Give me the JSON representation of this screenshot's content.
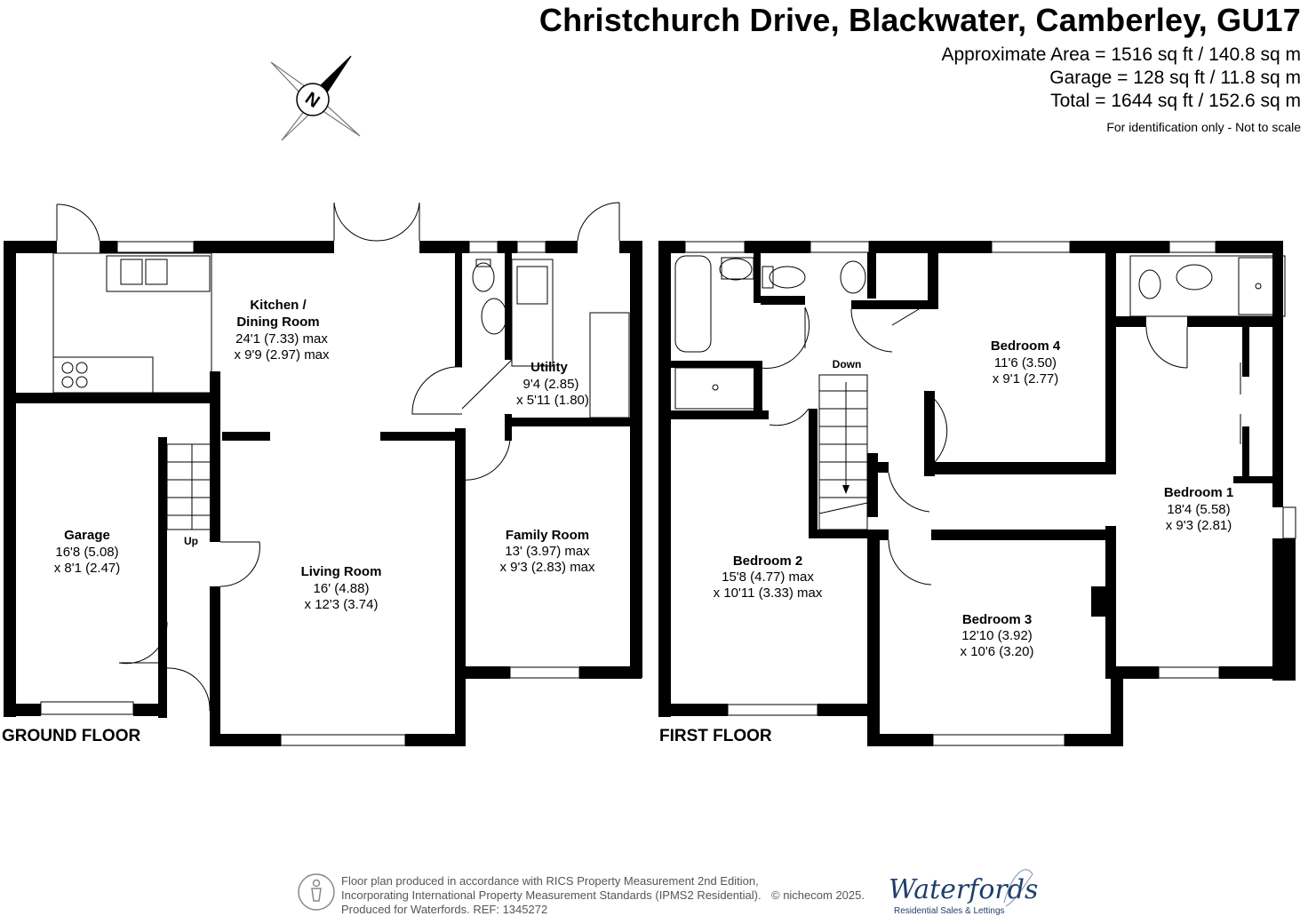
{
  "header": {
    "title": "Christchurch Drive, Blackwater, Camberley, GU17",
    "approx_area": "Approximate Area = 1516 sq ft / 140.8 sq m",
    "garage_area": "Garage = 128 sq ft / 11.8 sq m",
    "total_area": "Total = 1644 sq ft / 152.6 sq m",
    "note": "For identification only - Not to scale"
  },
  "compass": {
    "letter": "N"
  },
  "ground_floor": {
    "label": "GROUND FLOOR",
    "kitchen": {
      "name1": "Kitchen /",
      "name2": "Dining Room",
      "dim1": "24'1 (7.33) max",
      "dim2": "x 9'9 (2.97) max"
    },
    "utility": {
      "name": "Utility",
      "dim1": "9'4 (2.85)",
      "dim2": "x 5'11 (1.80)"
    },
    "garage": {
      "name": "Garage",
      "dim1": "16'8 (5.08)",
      "dim2": "x 8'1 (2.47)"
    },
    "living": {
      "name": "Living Room",
      "dim1": "16' (4.88)",
      "dim2": "x 12'3 (3.74)"
    },
    "family": {
      "name": "Family Room",
      "dim1": "13' (3.97) max",
      "dim2": "x 9'3 (2.83) max"
    },
    "stairs_label": "Up"
  },
  "first_floor": {
    "label": "FIRST FLOOR",
    "stairs_label": "Down",
    "bedroom4": {
      "name": "Bedroom 4",
      "dim1": "11'6 (3.50)",
      "dim2": "x 9'1 (2.77)"
    },
    "bedroom1": {
      "name": "Bedroom 1",
      "dim1": "18'4 (5.58)",
      "dim2": "x 9'3 (2.81)"
    },
    "bedroom2": {
      "name": "Bedroom 2",
      "dim1": "15'8 (4.77) max",
      "dim2": "x 10'11 (3.33) max"
    },
    "bedroom3": {
      "name": "Bedroom 3",
      "dim1": "12'10 (3.92)",
      "dim2": "x 10'6 (3.20)"
    }
  },
  "footer": {
    "line1": "Floor plan produced in accordance with RICS Property Measurement 2nd Edition,",
    "line2": "Incorporating International Property Measurement Standards (IPMS2 Residential).",
    "line3": "Produced for Waterfords.   REF:  1345272",
    "copyright": "© nichecom 2025.",
    "brand": "Waterfords",
    "brand_sub": "Residential Sales & Lettings"
  }
}
